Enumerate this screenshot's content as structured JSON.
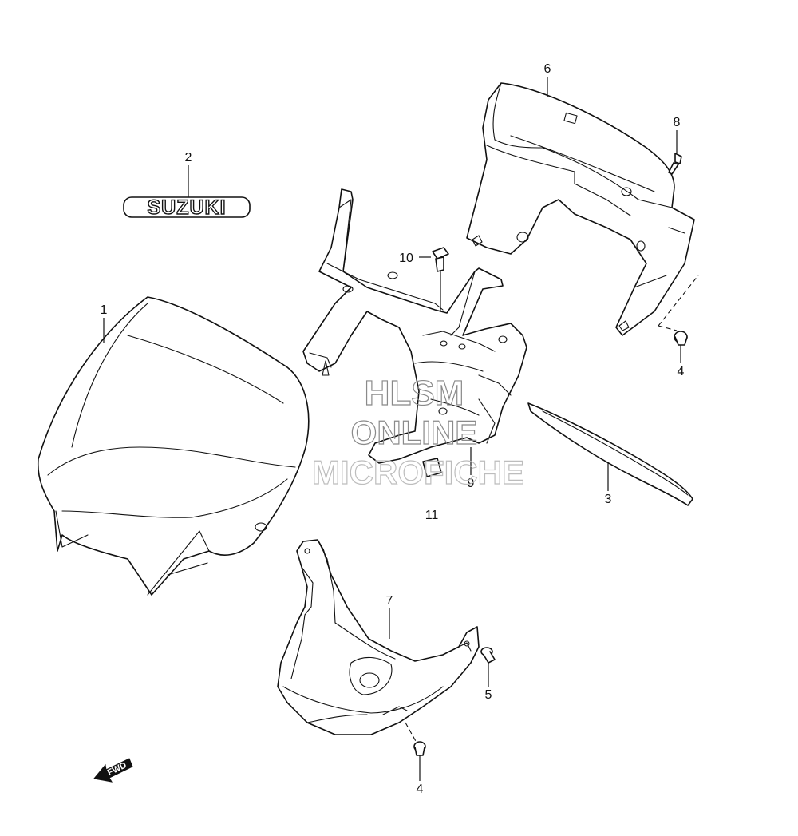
{
  "diagram": {
    "callouts": [
      {
        "id": "1",
        "label": "1"
      },
      {
        "id": "2",
        "label": "2"
      },
      {
        "id": "3",
        "label": "3"
      },
      {
        "id": "4a",
        "label": "4"
      },
      {
        "id": "4b",
        "label": "4"
      },
      {
        "id": "5",
        "label": "5"
      },
      {
        "id": "6",
        "label": "6"
      },
      {
        "id": "7",
        "label": "7"
      },
      {
        "id": "8",
        "label": "8"
      },
      {
        "id": "9",
        "label": "9"
      },
      {
        "id": "10",
        "label": "10"
      },
      {
        "id": "11",
        "label": "11"
      }
    ],
    "emblem_text": "SUZUKI",
    "fwd_text": "FWD"
  },
  "watermark": {
    "line1": "HLSM",
    "line2": "ONLINE",
    "line3": "MICROFICHE"
  }
}
